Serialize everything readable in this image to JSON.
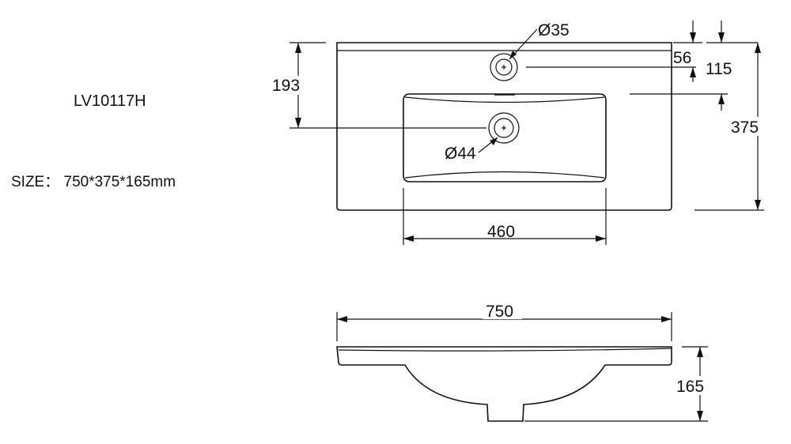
{
  "model": "LV10117H",
  "size": "SIZE： 750*375*165mm",
  "dimensions": {
    "overflow_hole": "Ø35",
    "drain_hole": "Ø44",
    "faucet_offset": "56",
    "bowl_offset": "115",
    "drain_offset": "193",
    "depth": "375",
    "bowl_width": "460",
    "width": "750",
    "height": "165"
  }
}
